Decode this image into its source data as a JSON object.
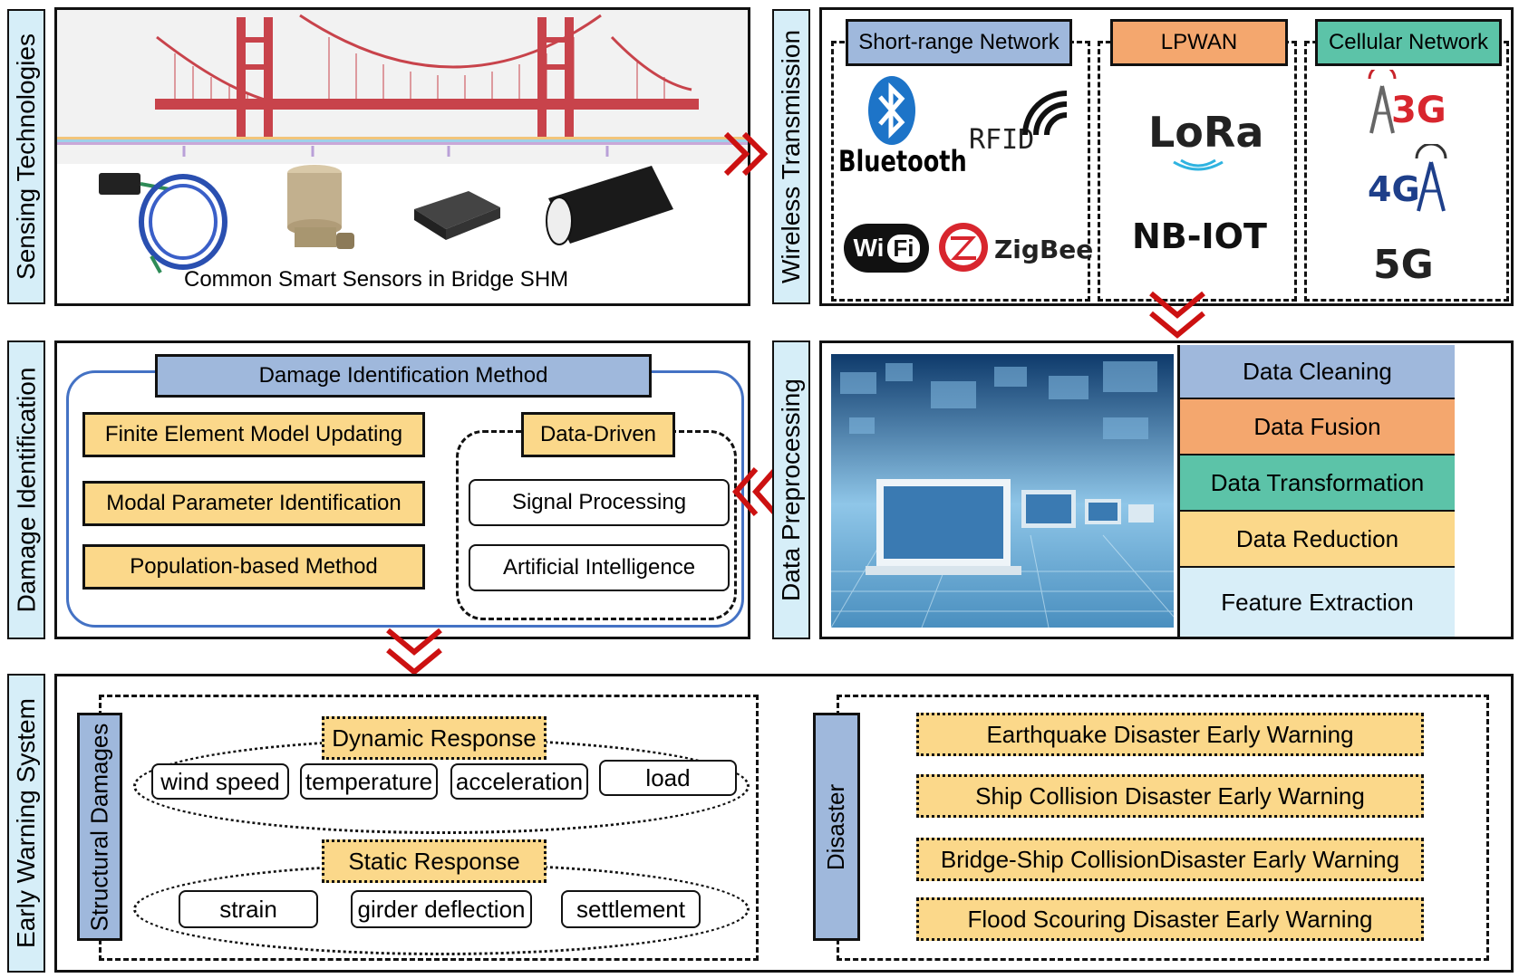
{
  "colors": {
    "blue": "#9fb8dc",
    "orange": "#f4a76e",
    "teal": "#5cc3a8",
    "yellow": "#fbd88a",
    "light_blue": "#d8eef8",
    "arrow_red": "#cc1111"
  },
  "sections": {
    "sensing": "Sensing Technologies",
    "wireless": "Wireless Transmission",
    "damage": "Damage Identification",
    "preprocessing": "Data Preprocessing",
    "early_warning": "Early Warning System"
  },
  "sensing": {
    "caption": "Common Smart Sensors in Bridge SHM"
  },
  "wireless": {
    "short_range": "Short-range Network",
    "lpwan": "LPWAN",
    "cellular": "Cellular Network",
    "bluetooth": "Bluetooth",
    "rfid": "RFID",
    "wifi_wi": "Wi",
    "wifi_fi": "Fi",
    "zigbee": "ZigBee",
    "lora": "LoRa",
    "nbiot": "NB-IOT",
    "g3": "3G",
    "g4": "4G",
    "g5": "5G"
  },
  "damage": {
    "method_title": "Damage Identification Method",
    "fem": "Finite Element Model Updating",
    "modal": "Modal Parameter Identification",
    "population": "Population-based Method",
    "data_driven": "Data-Driven",
    "signal": "Signal Processing",
    "ai": "Artificial Intelligence"
  },
  "preprocessing": {
    "steps": [
      "Data Cleaning",
      "Data Fusion",
      "Data Transformation",
      "Data Reduction",
      "Feature Extraction"
    ]
  },
  "early_warning": {
    "structural": "Structural Damages",
    "dynamic": "Dynamic Response",
    "dynamic_items": [
      "wind speed",
      "temperature",
      "acceleration",
      "load"
    ],
    "static": "Static Response",
    "static_items": [
      "strain",
      "girder deflection",
      "settlement"
    ],
    "disaster": "Disaster",
    "warnings": [
      "Earthquake Disaster Early Warning",
      "Ship Collision Disaster Early Warning",
      "Bridge-Ship CollisionDisaster Early Warning",
      "Flood Scouring Disaster Early Warning"
    ]
  }
}
